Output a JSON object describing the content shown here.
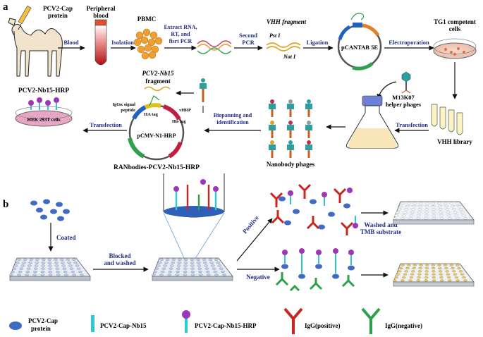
{
  "panel_a": {
    "label": "a",
    "steps": {
      "antigen": "PCV2-Cap",
      "antigen2": "protein",
      "blood1": "Peripheral",
      "blood2": "blood",
      "pbmc": "PBMC",
      "vhh": "VHH fragment",
      "pst": "Pst I",
      "not": "Not I",
      "vector": "pCANTAB 5E",
      "tg1_1": "TG1 competent",
      "tg1_2": "cells",
      "helper1": "M13K07",
      "helper2": "helper phages",
      "library": "VHH library",
      "nanobody_phages": "Nanobody phages",
      "nb15_1": "PCV2-Nb15",
      "nb15_2": "fragment",
      "plasmid": "pCMV-N1-HRP",
      "ranbodies": "RANbodies-PCV2-Nb15-HRP",
      "hrp_title": "PCV2-Nb15-HRP",
      "hek": "HEK 293T cells",
      "igg_signal1": "IgGк signal",
      "igg_signal2": "peptide",
      "ha_tag": "HA tag",
      "his_tag": "His tag",
      "vhrp": "vHRP",
      "vhh_small": "VHH"
    },
    "arrows": {
      "blood": "Blood",
      "isolation": "Isolation",
      "extract1": "Extract RNA,",
      "extract2": "RT, and",
      "extract3": "fisrt PCR",
      "second1": "Second",
      "second2": "PCR",
      "ligation": "Ligation",
      "electroporation": "Electroporation",
      "transfection_right": "Transfection",
      "biopanning1": "Biopanning and",
      "biopanning2": "identification",
      "transfection_left": "Transfection"
    }
  },
  "panel_b": {
    "label": "b",
    "coated": "Coated",
    "blocked1": "Blocked",
    "blocked2": "and washed",
    "positive": "Positive",
    "negative": "Negative",
    "washed1": "Washed and",
    "washed2": "TMB substrate"
  },
  "legend": [
    {
      "line1": "PCV2-Cap",
      "line2": "protein"
    },
    {
      "line1": "PCV2-Cap-Nb15",
      "line2": ""
    },
    {
      "line1": "PCV2-Cap-Nb15-HRP",
      "line2": ""
    },
    {
      "line1": "IgG(positive)",
      "line2": ""
    },
    {
      "line1": "IgG(negative)",
      "line2": ""
    }
  ],
  "colors": {
    "label_blue": "#1f2d86",
    "cap_protein": "#3f6bc6",
    "nb15": "#2ec7d6",
    "hrp": "#9b37b8",
    "igg_positive": "#c8261e",
    "igg_negative": "#2aa14a",
    "plate": "#cdd3dc",
    "tmb_yellow": "#e8c766"
  }
}
